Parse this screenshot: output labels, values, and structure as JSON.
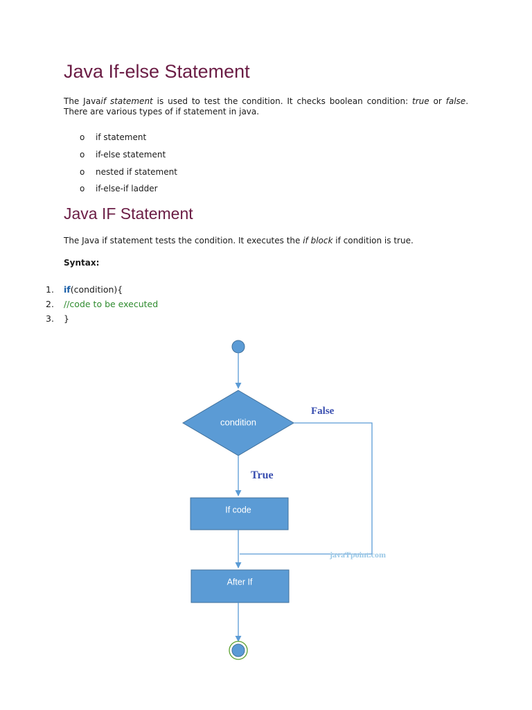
{
  "heading_main": "Java If-else Statement",
  "intro": {
    "p1": "The Java",
    "p2": "if statement",
    "p3": " is used to test the condition. It checks boolean condition: ",
    "p4": "true",
    "p5": " or ",
    "p6": "false",
    "p7": ". There are various types of if statement in java."
  },
  "bullet_marker": "o",
  "types": [
    "if statement",
    "if-else statement",
    "nested if statement",
    "if-else-if ladder"
  ],
  "heading_if": "Java IF Statement",
  "if_intro": {
    "p1": "The Java if statement tests the condition. It executes the ",
    "p2": "if block",
    "p3": " if condition is true."
  },
  "syntax_label": "Syntax:",
  "code": [
    {
      "num": "1.",
      "kw": "if",
      "rest": "(condition){",
      "comment": ""
    },
    {
      "num": "2.",
      "kw": "",
      "rest": "",
      "comment": "//code to be executed"
    },
    {
      "num": "3.",
      "kw": "",
      "rest": "}",
      "comment": ""
    }
  ],
  "flowchart": {
    "condition": "condition",
    "false_label": "False",
    "true_label": "True",
    "if_code": "If code",
    "after_if": "After If",
    "watermark": "javaTpoint.com",
    "colors": {
      "fill": "#5b9bd5",
      "stroke": "#41719c",
      "label": "#3a4fb0",
      "watermark": "#9ac8e6",
      "end_ring": "#5aa02c"
    }
  }
}
